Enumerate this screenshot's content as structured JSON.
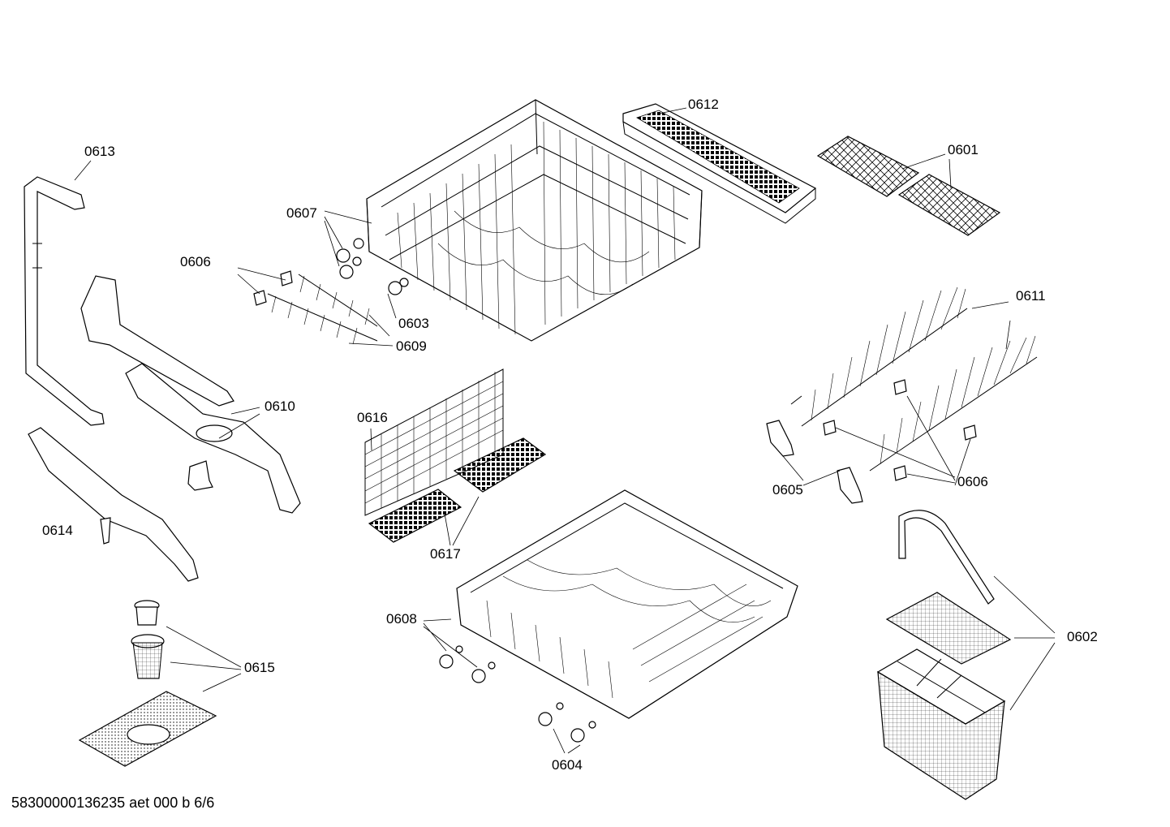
{
  "labels": {
    "p0601": "0601",
    "p0602": "0602",
    "p0603": "0603",
    "p0604": "0604",
    "p0605": "0605",
    "p0606a": "0606",
    "p0606b": "0606",
    "p0607": "0607",
    "p0608": "0608",
    "p0609": "0609",
    "p0610": "0610",
    "p0611": "0611",
    "p0612": "0612",
    "p0613": "0613",
    "p0614": "0614",
    "p0615": "0615",
    "p0616": "0616",
    "p0617": "0617"
  },
  "footer": "58300000136235 aet 000 b 6/6"
}
